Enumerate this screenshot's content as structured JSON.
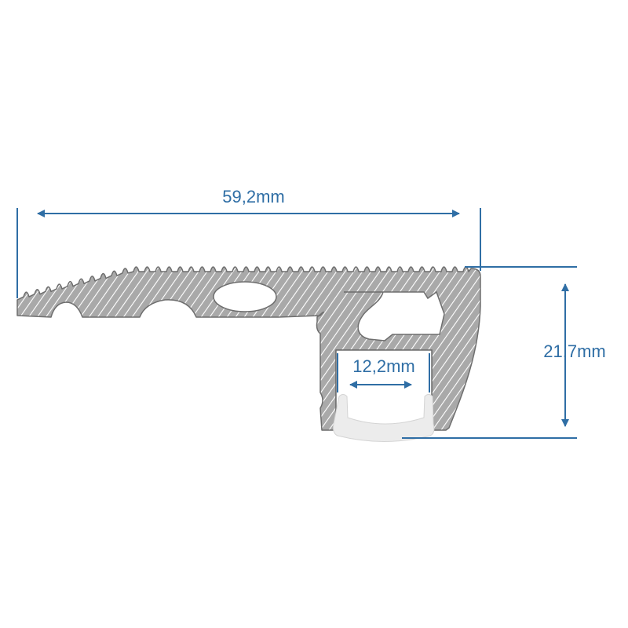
{
  "dimensions": {
    "width_label": "59,2mm",
    "height_label": "21,7mm",
    "channel_label": "12,2mm"
  },
  "colors": {
    "dimension": "#2f6ea5",
    "profile_fill": "#a9a9a9",
    "profile_outline": "#6e6e6e",
    "hatch": "#ffffff",
    "diffuser": "#ececec"
  }
}
